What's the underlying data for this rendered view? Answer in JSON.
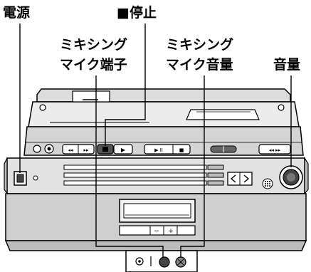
{
  "labels": {
    "power": "電源",
    "stop": "■停止",
    "mix_terminal_line1": "ミキシング",
    "mix_terminal_line2": "マイク端子",
    "mix_volume_line1": "ミキシング",
    "mix_volume_line2": "マイク音量",
    "volume": "音量"
  },
  "device_buttons": {
    "ff_left": "◂◂",
    "ff_right": "▸▸",
    "play": "▶",
    "play_pause": "▶ II",
    "rec": "■",
    "minus": "−",
    "plus": "+",
    "right_deck": "◂◂ ▸▸"
  },
  "colors": {
    "line": "#000000",
    "body_gray": "#d9d9d9",
    "dark_gray": "#9a9a9a",
    "background": "#ffffff"
  }
}
